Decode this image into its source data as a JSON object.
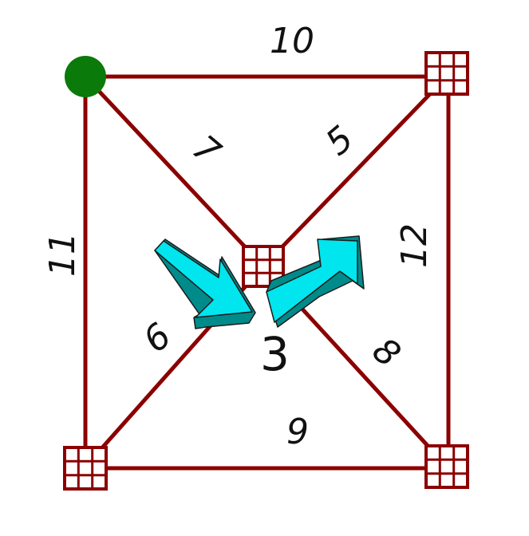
{
  "colors": {
    "member": "#8b0000",
    "node_grid": "#8b0000",
    "node_fill": "#ffffff",
    "support": "#0a7a0a",
    "arrow_face": "#00e5ee",
    "arrow_side": "#008b8b",
    "arrow_outline": "#1a1a1a",
    "label": "#111111",
    "background": "#ffffff"
  },
  "members": {
    "m5": "5",
    "m6": "6",
    "m7": "7",
    "m8": "8",
    "m9": "9",
    "m10": "10",
    "m11": "11",
    "m12": "12"
  },
  "node_center": {
    "label": "3"
  },
  "icons": {
    "support": "pinned-support-circle",
    "node": "grid-node-square",
    "load_left": "diagonal-3d-arrow-icon",
    "load_right": "diagonal-3d-arrow-icon"
  }
}
